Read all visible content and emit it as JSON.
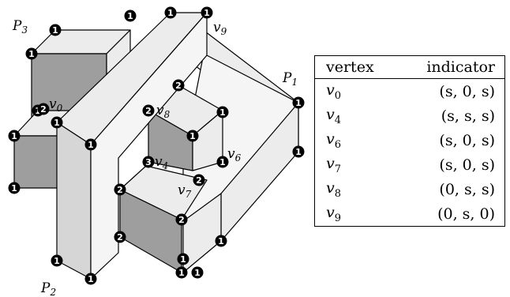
{
  "diagram": {
    "part_labels": [
      {
        "id": "p3",
        "letter": "P",
        "sub": "3"
      },
      {
        "id": "p1",
        "letter": "P",
        "sub": "1"
      },
      {
        "id": "p2",
        "letter": "P",
        "sub": "2"
      }
    ],
    "vertex_labels": [
      {
        "id": "v0",
        "letter": "v",
        "sub": "0"
      },
      {
        "id": "v8",
        "letter": "v",
        "sub": "8"
      },
      {
        "id": "v4",
        "letter": "v",
        "sub": "4"
      },
      {
        "id": "v6",
        "letter": "v",
        "sub": "6"
      },
      {
        "id": "v7",
        "letter": "v",
        "sub": "7"
      },
      {
        "id": "v9",
        "letter": "v",
        "sub": "9"
      }
    ],
    "badges": [
      "1",
      "1",
      "1",
      "1",
      "1",
      "1",
      "2",
      "1",
      "1",
      "1",
      "1",
      "1",
      "1",
      "1",
      "2",
      "2",
      "1",
      "1",
      "3",
      "2",
      "2",
      "2",
      "2",
      "1",
      "1",
      "1",
      "1",
      "1",
      "1"
    ]
  },
  "table": {
    "headers": [
      "vertex",
      "indicator"
    ],
    "rows": [
      {
        "vertex_letter": "v",
        "vertex_sub": "0",
        "indicator": "(s, 0, s)"
      },
      {
        "vertex_letter": "v",
        "vertex_sub": "4",
        "indicator": "(s, s, s)"
      },
      {
        "vertex_letter": "v",
        "vertex_sub": "6",
        "indicator": "(s, 0, s)"
      },
      {
        "vertex_letter": "v",
        "vertex_sub": "7",
        "indicator": "(s, 0, s)"
      },
      {
        "vertex_letter": "v",
        "vertex_sub": "8",
        "indicator": "(0, s, s)"
      },
      {
        "vertex_letter": "v",
        "vertex_sub": "9",
        "indicator": "(0, s, 0)"
      }
    ]
  }
}
